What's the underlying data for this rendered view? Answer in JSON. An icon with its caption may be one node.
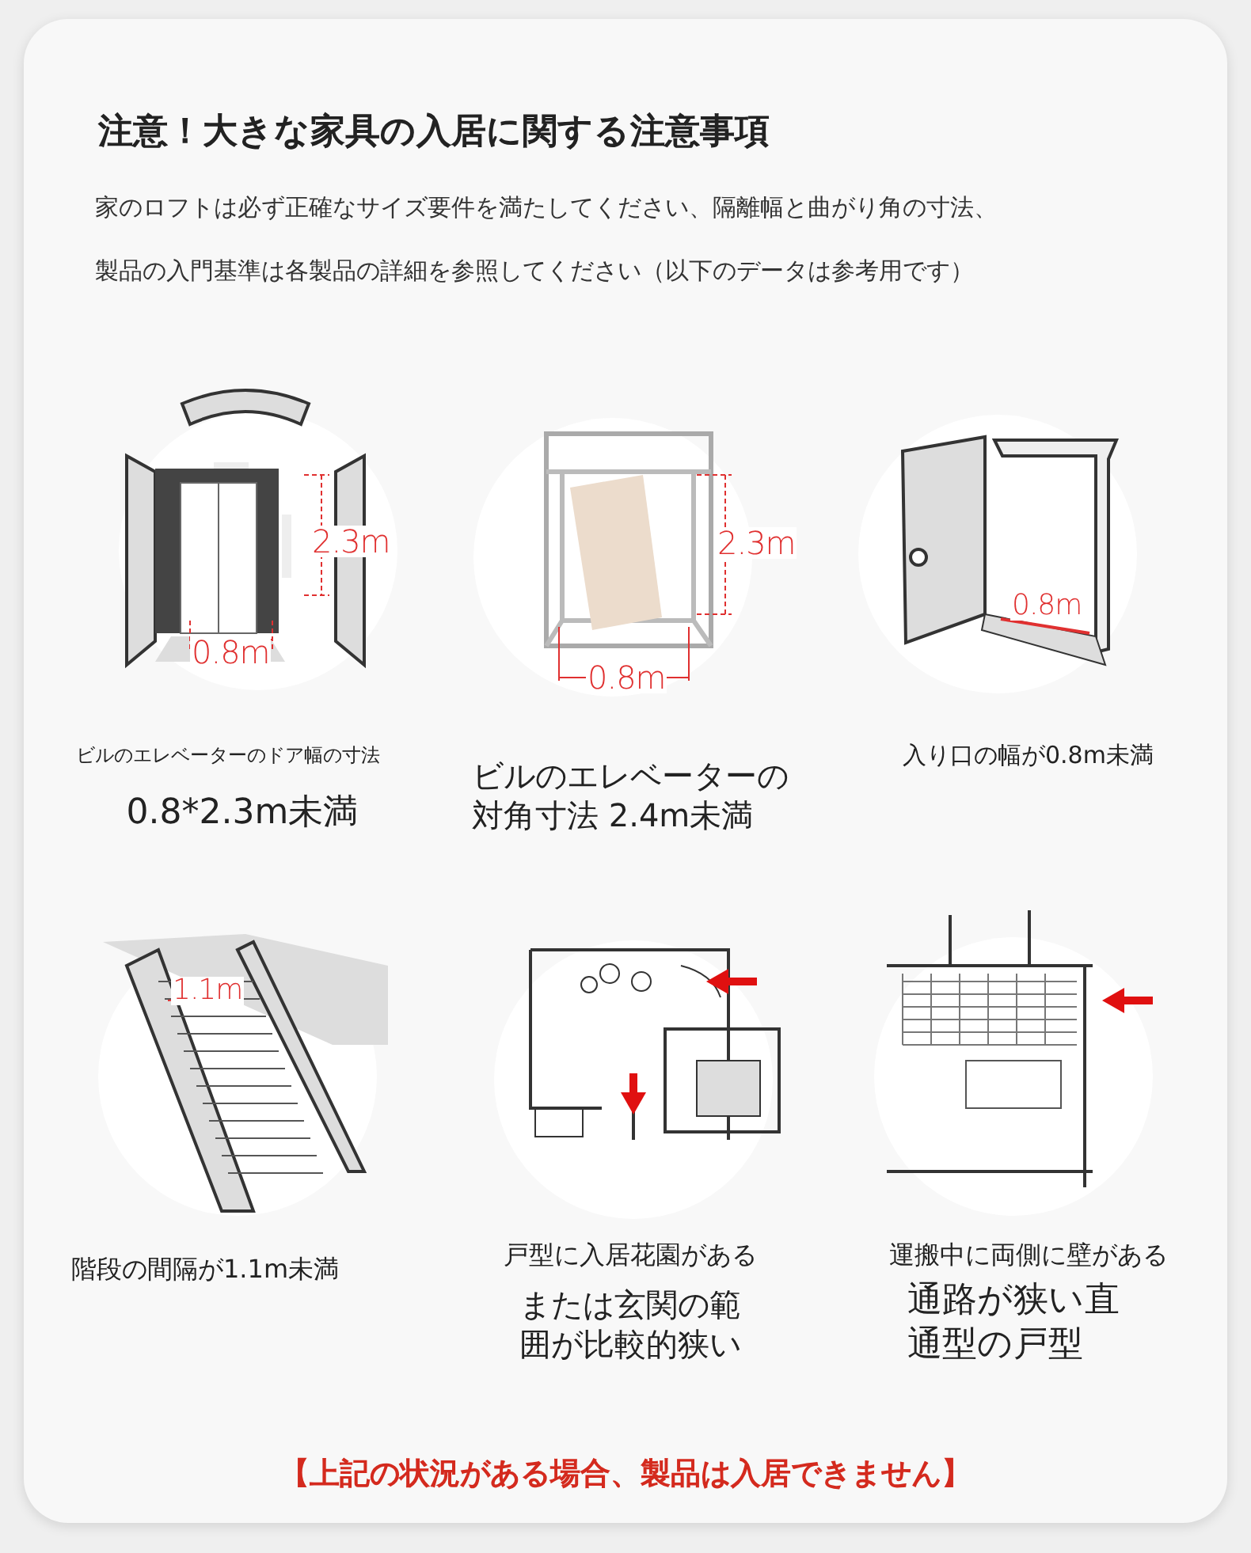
{
  "diagram": {
    "title": "注意！大きな家具の入居に関する注意事項",
    "caption": "【上記の状況がある場合、製品は入居できません】",
    "labels": [
      "家のロフトは必ず正確なサイズ要件を満たしてください、隔離幅と曲がり角の寸法、",
      "製品の入門基準は各製品の詳細を参照してください（以下のデータは参考用です）",
      "2.3m",
      "0.8m",
      "2.3m",
      "0.8m",
      "0.8m",
      "ビルのエレベーターのドア幅の寸法",
      "0.8*2.3m未満",
      "ビルのエレベーターの対角寸法 2.4m未満",
      "入り口の幅が0.8m未満",
      "1.1m",
      "階段の間隔が1.1m未満",
      "戸型に入居花園がある",
      "または玄関の範囲が比較的狭い",
      "運搬中に両側に壁がある",
      "通路が狭い直通型の戸型"
    ]
  }
}
